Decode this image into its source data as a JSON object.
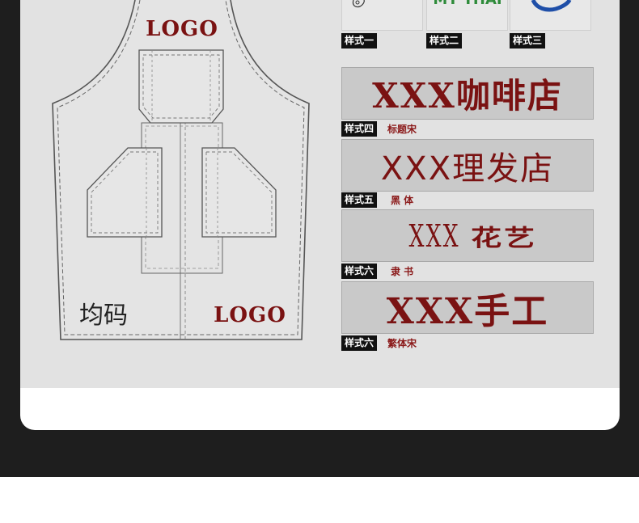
{
  "apron": {
    "logo_top": "LOGO",
    "logo_bottom": "LOGO",
    "size_label": "均码"
  },
  "styles": {
    "style1": {
      "tag": "样式一"
    },
    "style2": {
      "tag": "样式二",
      "partial_logo_text": "MY THAI"
    },
    "style3": {
      "tag": "样式三"
    },
    "style4": {
      "tag": "样式四",
      "font_note": "标题宋",
      "sample": "XXX咖啡店"
    },
    "style5": {
      "tag": "样式五",
      "font_note": "黑 体",
      "sample": "XXX理发店"
    },
    "style6": {
      "tag": "样式六",
      "font_note": "隶 书",
      "sample_latin": "XXX",
      "sample_cjk": "花艺"
    },
    "style7": {
      "tag": "样式六",
      "font_note": "繁体宋",
      "sample": "XXX手工"
    }
  },
  "colors": {
    "frame": "#1e1e1e",
    "panel": "#e2e2e2",
    "logo_red": "#7a1212",
    "thai_green": "#2e8b3a",
    "blue_logo": "#1f4fa8"
  }
}
